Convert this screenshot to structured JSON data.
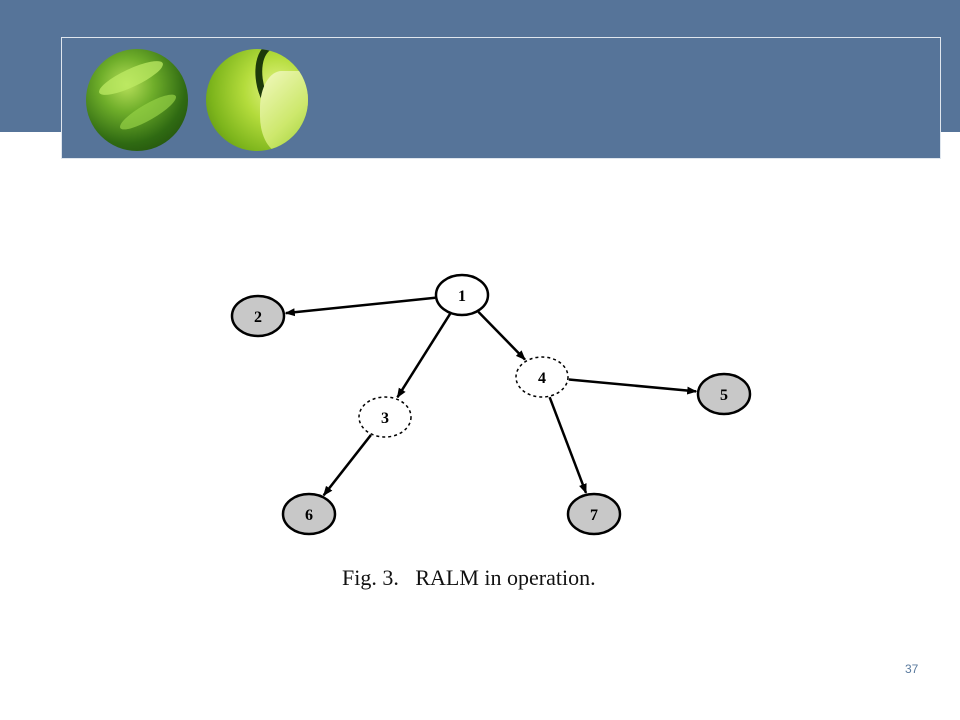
{
  "header": {
    "images": [
      "green-leaf-photo",
      "green-leaf-photo"
    ]
  },
  "figure": {
    "caption": "Fig. 3.   RALM in operation.",
    "nodes": [
      {
        "id": "1",
        "style": "solid",
        "filled": false
      },
      {
        "id": "2",
        "style": "solid",
        "filled": true
      },
      {
        "id": "3",
        "style": "dashed",
        "filled": false
      },
      {
        "id": "4",
        "style": "dashed",
        "filled": false
      },
      {
        "id": "5",
        "style": "solid",
        "filled": true
      },
      {
        "id": "6",
        "style": "solid",
        "filled": true
      },
      {
        "id": "7",
        "style": "solid",
        "filled": true
      }
    ],
    "edges": [
      {
        "from": "1",
        "to": "2"
      },
      {
        "from": "1",
        "to": "3"
      },
      {
        "from": "1",
        "to": "4"
      },
      {
        "from": "4",
        "to": "5"
      },
      {
        "from": "3",
        "to": "6"
      },
      {
        "from": "4",
        "to": "7"
      }
    ],
    "colors": {
      "filled_node": "#c8c8c8",
      "stroke": "#000000"
    }
  },
  "slide_number": "37",
  "colors": {
    "header_blue": "#567499",
    "slide_number": "#5a7a9e"
  }
}
